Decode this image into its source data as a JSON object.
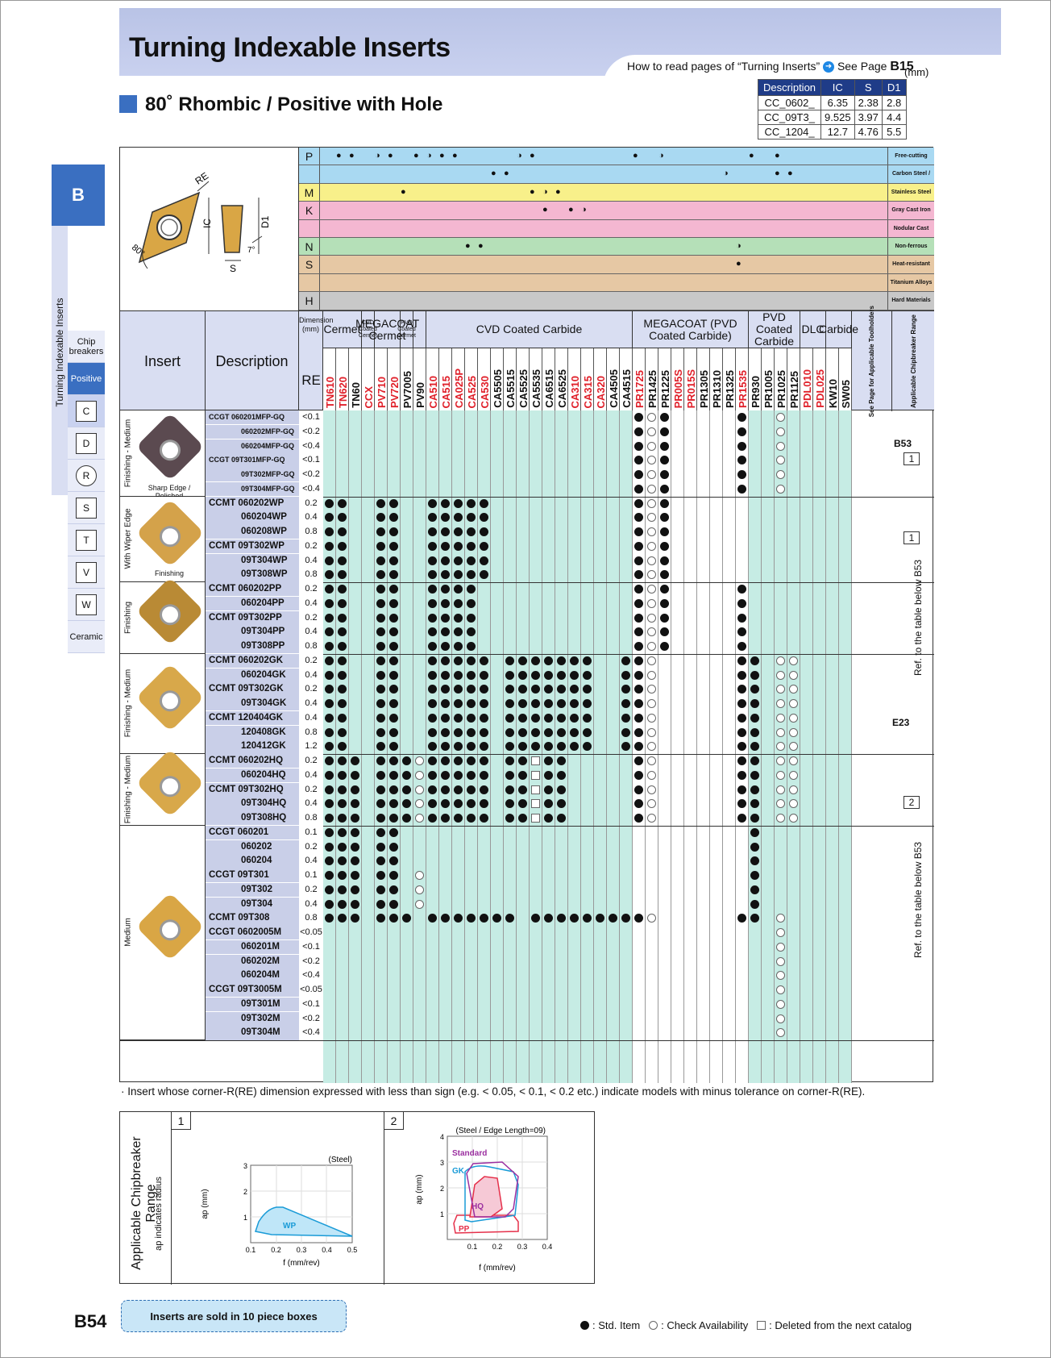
{
  "page": {
    "title": "Turning Indexable Inserts",
    "page_number": "B54"
  },
  "howto": {
    "prefix": "How to read pages of “Turning Inserts”",
    "see": "See Page",
    "page_ref": "B15",
    "unit": "(mm)"
  },
  "section": {
    "title": "80˚ Rhombic / Positive with Hole"
  },
  "dims_table": {
    "headers": [
      "Description",
      "IC",
      "S",
      "D1"
    ],
    "rows": [
      [
        "CC_0602_",
        "6.35",
        "2.38",
        "2.8"
      ],
      [
        "CC_09T3_",
        "9.525",
        "3.97",
        "4.4"
      ],
      [
        "CC_1204_",
        "12.7",
        "4.76",
        "5.5"
      ]
    ]
  },
  "sidebar": {
    "letter": "B",
    "vertical": "Turning Indexable Inserts",
    "items": [
      "Chip breakers",
      "Positive",
      "C",
      "D",
      "R",
      "S",
      "T",
      "V",
      "W",
      "Ceramic"
    ]
  },
  "illustration": {
    "re": "RE",
    "ic": "IC",
    "d1": "D1",
    "s": "S",
    "angle": "80°",
    "relief": "7°"
  },
  "materials": [
    {
      "letter": "P",
      "label": "Free-cutting steel",
      "color": "#a9d9f2"
    },
    {
      "letter": "",
      "label": "Carbon Steel / Alloy Steel",
      "color": "#a9d9f2"
    },
    {
      "letter": "M",
      "label": "Stainless Steel",
      "color": "#f8f08a"
    },
    {
      "letter": "K",
      "label": "Gray Cast Iron",
      "color": "#f4b7d1"
    },
    {
      "letter": "",
      "label": "Nodular Cast Iron",
      "color": "#f4b7d1"
    },
    {
      "letter": "N",
      "label": "Non-ferrous Metals",
      "color": "#b5e0b8"
    },
    {
      "letter": "S",
      "label": "Heat-resistant Alloys",
      "color": "#e6c8a4"
    },
    {
      "letter": "",
      "label": "Titanium Alloys",
      "color": "#e6c8a4"
    },
    {
      "letter": "H",
      "label": "Hard Materials",
      "color": "#c8c8c8"
    }
  ],
  "header": {
    "insert": "Insert",
    "description": "Description",
    "dimension": "Dimension (mm)",
    "re": "RE",
    "groups": [
      "Cermet",
      "CVD Coated Cermet",
      "MEGACOAT Cermet",
      "PVD Coated Cermet",
      "CVD Coated Carbide",
      "MEGACOAT (PVD Coated Carbide)",
      "PVD Coated Carbide",
      "DLC",
      "Carbide"
    ],
    "see_page": "See Page for Applicable Toolholders",
    "range": "Applicable Chipbreaker Range"
  },
  "grades": [
    {
      "name": "TN610",
      "red": true
    },
    {
      "name": "TN620",
      "red": true
    },
    {
      "name": "TN60",
      "red": false
    },
    {
      "name": "CCX",
      "red": true
    },
    {
      "name": "PV710",
      "red": true
    },
    {
      "name": "PV720",
      "red": true
    },
    {
      "name": "PV7005",
      "red": false
    },
    {
      "name": "PV90",
      "red": false
    },
    {
      "name": "CA510",
      "red": true
    },
    {
      "name": "CA515",
      "red": true
    },
    {
      "name": "CA025P",
      "red": true
    },
    {
      "name": "CA525",
      "red": true
    },
    {
      "name": "CA530",
      "red": true
    },
    {
      "name": "CA5505",
      "red": false
    },
    {
      "name": "CA5515",
      "red": false
    },
    {
      "name": "CA5525",
      "red": false
    },
    {
      "name": "CA5535",
      "red": false
    },
    {
      "name": "CA6515",
      "red": false
    },
    {
      "name": "CA6525",
      "red": false
    },
    {
      "name": "CA310",
      "red": true
    },
    {
      "name": "CA315",
      "red": true
    },
    {
      "name": "CA320",
      "red": true
    },
    {
      "name": "CA4505",
      "red": false
    },
    {
      "name": "CA4515",
      "red": false
    },
    {
      "name": "PR1725",
      "red": true
    },
    {
      "name": "PR1425",
      "red": false
    },
    {
      "name": "PR1225",
      "red": false
    },
    {
      "name": "PR005S",
      "red": true
    },
    {
      "name": "PR015S",
      "red": true
    },
    {
      "name": "PR1305",
      "red": false
    },
    {
      "name": "PR1310",
      "red": false
    },
    {
      "name": "PR1325",
      "red": false
    },
    {
      "name": "PR1535",
      "red": true
    },
    {
      "name": "PR930",
      "red": false
    },
    {
      "name": "PR1005",
      "red": false
    },
    {
      "name": "PR1025",
      "red": false
    },
    {
      "name": "PR1125",
      "red": false
    },
    {
      "name": "PDL010",
      "red": true
    },
    {
      "name": "PDL025",
      "red": true
    },
    {
      "name": "KW10",
      "red": false
    },
    {
      "name": "SW05",
      "red": false
    }
  ],
  "groups": [
    {
      "label": "Finishing - Medium",
      "caption": "Sharp Edge / Polished",
      "color": "#5b4a50",
      "rows": [
        {
          "code": "CCGT 060201MFP-GQ",
          "re": "<0.1"
        },
        {
          "code": "060202MFP-GQ",
          "re": "<0.2"
        },
        {
          "code": "060204MFP-GQ",
          "re": "<0.4"
        },
        {
          "code": "CCGT 09T301MFP-GQ",
          "re": "<0.1"
        },
        {
          "code": "09T302MFP-GQ",
          "re": "<0.2"
        },
        {
          "code": "09T304MFP-GQ",
          "re": "<0.4"
        }
      ]
    },
    {
      "label": "With Wiper Edge",
      "caption": "Finishing",
      "color": "#d4a24a",
      "rows": [
        {
          "code": "CCMT 060202WP",
          "re": "0.2"
        },
        {
          "code": "060204WP",
          "re": "0.4"
        },
        {
          "code": "060208WP",
          "re": "0.8"
        },
        {
          "code": "CCMT 09T302WP",
          "re": "0.2"
        },
        {
          "code": "09T304WP",
          "re": "0.4"
        },
        {
          "code": "09T308WP",
          "re": "0.8"
        }
      ]
    },
    {
      "label": "Finishing",
      "caption": "",
      "color": "#b98a35",
      "rows": [
        {
          "code": "CCMT 060202PP",
          "re": "0.2"
        },
        {
          "code": "060204PP",
          "re": "0.4"
        },
        {
          "code": "CCMT 09T302PP",
          "re": "0.2"
        },
        {
          "code": "09T304PP",
          "re": "0.4"
        },
        {
          "code": "09T308PP",
          "re": "0.8"
        }
      ]
    },
    {
      "label": "Finishing - Medium",
      "caption": "",
      "color": "#d8a84a",
      "rows": [
        {
          "code": "CCMT 060202GK",
          "re": "0.2"
        },
        {
          "code": "060204GK",
          "re": "0.4"
        },
        {
          "code": "CCMT 09T302GK",
          "re": "0.2"
        },
        {
          "code": "09T304GK",
          "re": "0.4"
        },
        {
          "code": "CCMT 120404GK",
          "re": "0.4"
        },
        {
          "code": "120408GK",
          "re": "0.8"
        },
        {
          "code": "120412GK",
          "re": "1.2"
        }
      ]
    },
    {
      "label": "Finishing - Medium",
      "caption": "",
      "color": "#d8a84a",
      "rows": [
        {
          "code": "CCMT 060202HQ",
          "re": "0.2"
        },
        {
          "code": "060204HQ",
          "re": "0.4"
        },
        {
          "code": "CCMT 09T302HQ",
          "re": "0.2"
        },
        {
          "code": "09T304HQ",
          "re": "0.4"
        },
        {
          "code": "09T308HQ",
          "re": "0.8"
        }
      ]
    },
    {
      "label": "Medium",
      "caption": "",
      "color": "#d9a645",
      "rows": [
        {
          "code": "CCGT 060201",
          "re": "0.1"
        },
        {
          "code": "060202",
          "re": "0.2"
        },
        {
          "code": "060204",
          "re": "0.4"
        },
        {
          "code": "CCGT 09T301",
          "re": "0.1"
        },
        {
          "code": "09T302",
          "re": "0.2"
        },
        {
          "code": "09T304",
          "re": "0.4"
        },
        {
          "code": "CCMT 09T308",
          "re": "0.8"
        },
        {
          "code": "CCGT 0602005M",
          "re": "<0.05"
        },
        {
          "code": "060201M",
          "re": "<0.1"
        },
        {
          "code": "060202M",
          "re": "<0.2"
        },
        {
          "code": "060204M",
          "re": "<0.4"
        },
        {
          "code": "CCGT 09T3005M",
          "re": "<0.05"
        },
        {
          "code": "09T301M",
          "re": "<0.1"
        },
        {
          "code": "09T302M",
          "re": "<0.2"
        },
        {
          "code": "09T304M",
          "re": "<0.4"
        }
      ]
    }
  ],
  "right_col": {
    "b53": "B53",
    "box1": "1",
    "box1b": "1",
    "ref1": "Ref. to the table below B53",
    "e23": "E23",
    "box2": "2",
    "ref2": "Ref. to the table below B53"
  },
  "note": "· Insert whose corner-R(RE) dimension expressed with less than sign (e.g. < 0.05, < 0.1, < 0.2 etc.) indicate models with minus tolerance on corner-R(RE).",
  "chipbreaker": {
    "title": "Applicable Chipbreaker Range",
    "subtitle": "ap indicates radius",
    "panel1": {
      "num": "1",
      "note": "(Steel)",
      "ylabel": "ap (mm)",
      "xlabel": "f (mm/rev)",
      "label": "WP",
      "xticks": [
        "0.1",
        "0.2",
        "0.3",
        "0.4",
        "0.5"
      ],
      "yticks": [
        "1",
        "2",
        "3"
      ]
    },
    "panel2": {
      "num": "2",
      "note": "(Steel / Edge Length=09)",
      "ylabel": "ap (mm)",
      "xlabel": "f (mm/rev)",
      "labels": [
        "Standard",
        "GK",
        "HQ",
        "PP"
      ],
      "xticks": [
        "0.1",
        "0.2",
        "0.3",
        "0.4"
      ],
      "yticks": [
        "1",
        "2",
        "3",
        "4"
      ]
    }
  },
  "footer": {
    "sold": "Inserts are sold in 10 piece boxes",
    "std": ": Std. Item",
    "check": ": Check Availability",
    "deleted": ": Deleted from the next catalog"
  }
}
